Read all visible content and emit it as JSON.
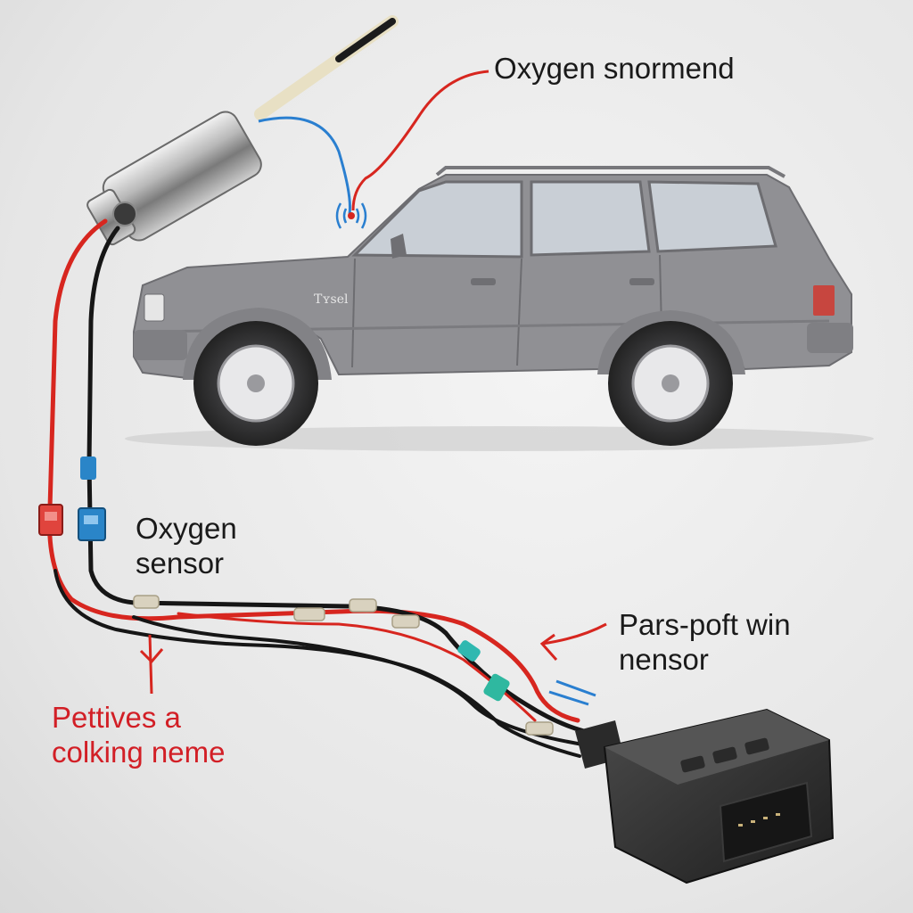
{
  "labels": {
    "top": "Oxygen snormend",
    "sensor_line1": "Oxygen",
    "sensor_line2": "sensor",
    "right_line1": "Pars-poft win",
    "right_line2": "nensor",
    "red_line1": "Pettives a",
    "red_line2": "colking neme",
    "car_badge": "Tʏsel"
  },
  "colors": {
    "car_body": "#8f8f93",
    "wire_red": "#d7261f",
    "wire_black": "#161616",
    "wire_blue": "#2a7fd0",
    "label_red": "#d21f26",
    "label_dark": "#1a1a1a"
  },
  "icons": {
    "sensor": "oxygen-sensor-icon",
    "connector": "obd-connector-icon",
    "car": "suv-icon",
    "signal": "signal-waves-icon",
    "arrow": "arrow-icon"
  }
}
